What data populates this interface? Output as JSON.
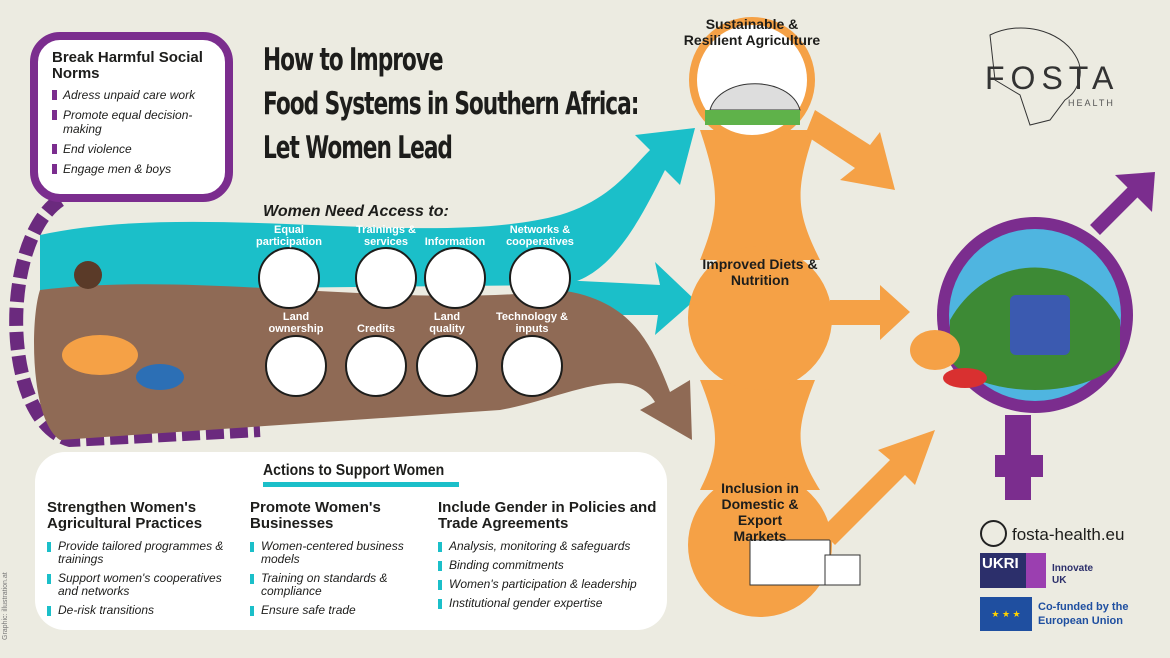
{
  "title": {
    "line1": "How to Improve",
    "line2": "Food Systems in Southern Africa:",
    "line3": "Let Women Lead"
  },
  "norms": {
    "heading": "Break Harmful Social Norms",
    "items": [
      "Adress unpaid care work",
      "Promote equal decision-making",
      "End violence",
      "Engage men & boys"
    ]
  },
  "access": {
    "heading": "Women Need Access to:",
    "top": [
      "Equal participation",
      "Trainings & services",
      "Information",
      "Networks & cooperatives"
    ],
    "bottom": [
      "Land ownership",
      "Credits",
      "Land quality",
      "Technology & inputs"
    ]
  },
  "outcomes": [
    "Sustainable & Resilient Agriculture",
    "Improved Diets & Nutrition",
    "Inclusion in Domestic & Export Markets"
  ],
  "actions": {
    "heading": "Actions to Support Women",
    "columns": [
      {
        "title": "Strengthen Women's Agricultural Practices",
        "items": [
          "Provide tailored programmes & trainings",
          "Support women's cooperatives and networks",
          "De-risk transitions"
        ]
      },
      {
        "title": "Promote Women's Businesses",
        "items": [
          "Women-centered business models",
          "Training on standards & compliance",
          "Ensure safe trade"
        ]
      },
      {
        "title": "Include Gender in Policies and Trade Agreements",
        "items": [
          "Analysis, monitoring & safeguards",
          "Binding commitments",
          "Women's participation & leadership",
          "Institutional gender expertise"
        ]
      }
    ]
  },
  "logo": {
    "name": "FOSTA",
    "sub": "HEALTH"
  },
  "footer": {
    "website": "fosta-health.eu",
    "ukri": "UKRI",
    "innovate": "Innovate UK",
    "eu": "Co-funded by the European Union",
    "credit": "Graphic: illustration.at"
  },
  "colors": {
    "teal": "#1bbfc9",
    "brown": "#8f6a55",
    "orange": "#f5a146",
    "purple": "#7b2d8e",
    "bg": "#ecebe1"
  }
}
